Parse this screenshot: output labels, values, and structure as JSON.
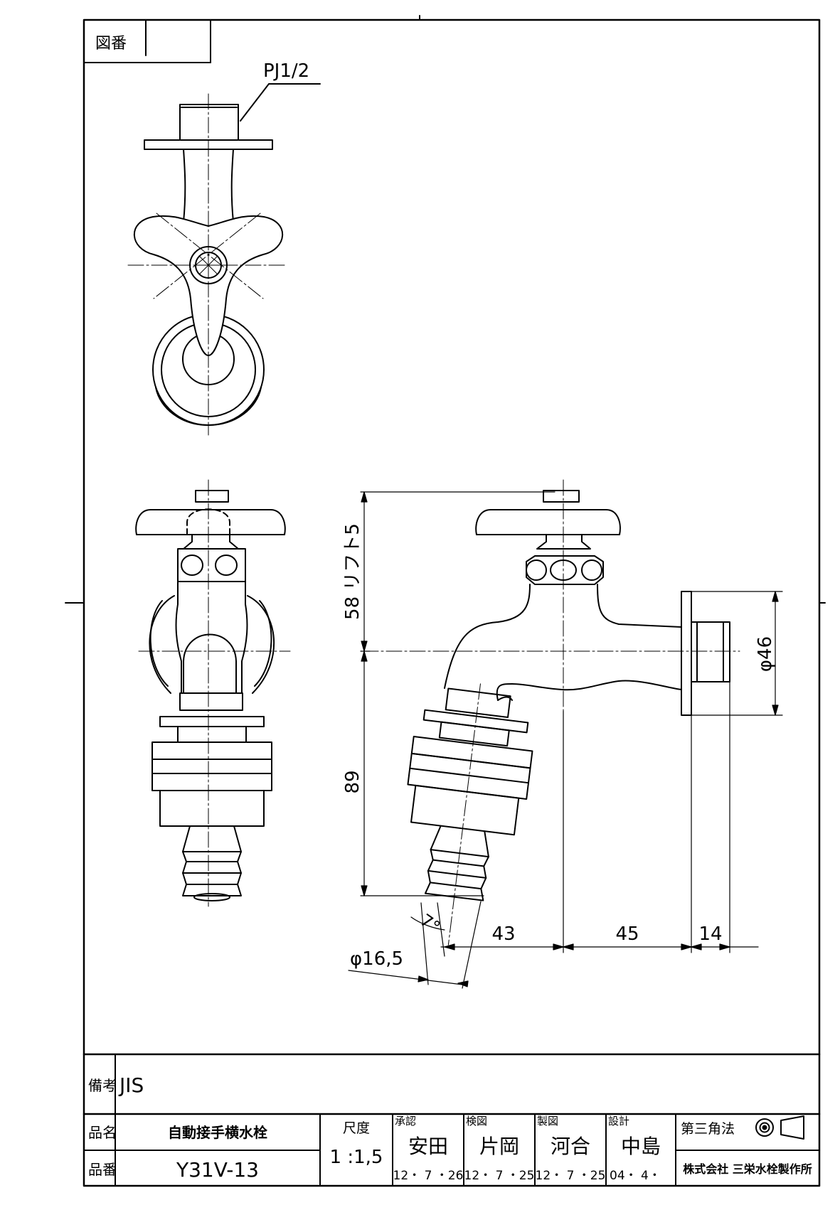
{
  "drawing_number": {
    "label": "図番",
    "value": ""
  },
  "callouts": {
    "thread": "PJ1/2"
  },
  "dimensions": {
    "lift": "58 リフト5",
    "spout_drop": "89",
    "flange_diameter": "φ46",
    "angle": "7°",
    "nozzle_diameter": "φ16,5",
    "d43": "43",
    "d45": "45",
    "d14": "14"
  },
  "remarks": {
    "label": "備考",
    "value": "JIS"
  },
  "title_block": {
    "name_label": "品名",
    "name": "自動接手横水栓",
    "number_label": "品番",
    "number": "Y31V-13",
    "scale_label": "尺度",
    "scale": "1 :1,5",
    "approved_label": "承認",
    "approved_name": "安田",
    "approved_date": "12・ 7 ・26",
    "checked_label": "検図",
    "checked_name": "片岡",
    "checked_date": "12・ 7 ・25",
    "drawn_label": "製図",
    "drawn_name": "河合",
    "drawn_date": "12・ 7 ・25",
    "design_label": "設計",
    "design_name": "中島",
    "design_date": "04・ 4・",
    "projection": "第三角法",
    "company": "株式会社 三栄水栓製作所"
  }
}
